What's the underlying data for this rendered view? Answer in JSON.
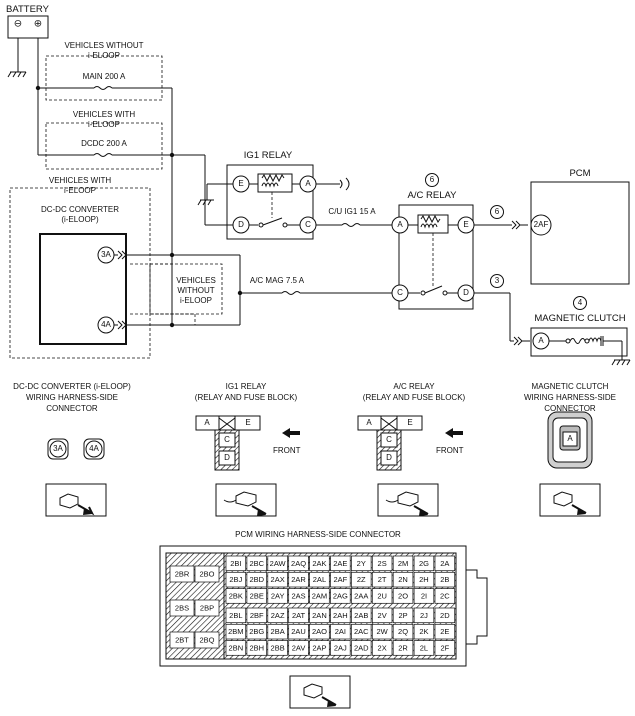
{
  "battery": {
    "label": "BATTERY",
    "neg": "⊖",
    "pos": "⊕"
  },
  "groups": {
    "without_ieloop_top": [
      "VEHICLES WITHOUT",
      "i-ELOOP"
    ],
    "with_ieloop_top": [
      "VEHICLES WITH",
      "i-ELOOP"
    ],
    "with_ieloop_conv": [
      "VEHICLES WITH",
      "i-ELOOP"
    ],
    "without_ieloop_side": [
      "VEHICLES",
      "WITHOUT",
      "i-ELOOP"
    ]
  },
  "fuses": {
    "main": "MAIN 200 A",
    "dcdc": "DCDC 200 A",
    "cu_ig1": "C/U IG1 15 A",
    "ac_mag": "A/C MAG 7.5 A"
  },
  "converter": {
    "title": [
      "DC-DC CONVERTER",
      "(i-ELOOP)"
    ],
    "pins": [
      "3A",
      "4A"
    ]
  },
  "ig1_relay": {
    "title": "IG1 RELAY",
    "pins": [
      "E",
      "A",
      "D",
      "C"
    ]
  },
  "ac_relay": {
    "title": "A/C RELAY",
    "num": "6",
    "pins": [
      "A",
      "E",
      "C",
      "D"
    ]
  },
  "pcm": {
    "title": "PCM",
    "pin": "2AF",
    "wire_num": "6"
  },
  "clutch": {
    "title": "MAGNETIC CLUTCH",
    "num": "4",
    "pin": "A",
    "wire_num": "3"
  },
  "captions": {
    "conv": [
      "DC-DC CONVERTER (i-ELOOP)",
      "WIRING HARNESS-SIDE",
      "CONNECTOR"
    ],
    "ig1": [
      "IG1 RELAY",
      "(RELAY AND FUSE BLOCK)"
    ],
    "ac": [
      "A/C RELAY",
      "(RELAY AND FUSE BLOCK)"
    ],
    "clutch": [
      "MAGNETIC CLUTCH",
      "WIRING HARNESS-SIDE",
      "CONNECTOR"
    ],
    "front": "FRONT",
    "pcm_connector": "PCM WIRING HARNESS-SIDE CONNECTOR"
  },
  "relay_conn": {
    "top": [
      "A",
      "E"
    ],
    "bottom": [
      "C",
      "D"
    ]
  },
  "clutch_conn_pin": "A",
  "pcm_connector": {
    "left_pins": [
      [
        "2BR",
        "2BO"
      ],
      [
        "2BS",
        "2BP"
      ],
      [
        "2BT",
        "2BQ"
      ]
    ],
    "grid": [
      [
        "2BI",
        "2BC",
        "2AW",
        "2AQ",
        "2AK",
        "2AE",
        "2Y",
        "2S",
        "2M",
        "2G",
        "2A"
      ],
      [
        "2BJ",
        "2BD",
        "2AX",
        "2AR",
        "2AL",
        "2AF",
        "2Z",
        "2T",
        "2N",
        "2H",
        "2B"
      ],
      [
        "2BK",
        "2BE",
        "2AY",
        "2AS",
        "2AM",
        "2AG",
        "2AA",
        "2U",
        "2O",
        "2I",
        "2C"
      ],
      [
        "2BL",
        "2BF",
        "2AZ",
        "2AT",
        "2AN",
        "2AH",
        "2AB",
        "2V",
        "2P",
        "2J",
        "2D"
      ],
      [
        "2BM",
        "2BG",
        "2BA",
        "2AU",
        "2AO",
        "2AI",
        "2AC",
        "2W",
        "2Q",
        "2K",
        "2E"
      ],
      [
        "2BN",
        "2BH",
        "2BB",
        "2AV",
        "2AP",
        "2AJ",
        "2AD",
        "2X",
        "2R",
        "2L",
        "2F"
      ]
    ]
  }
}
